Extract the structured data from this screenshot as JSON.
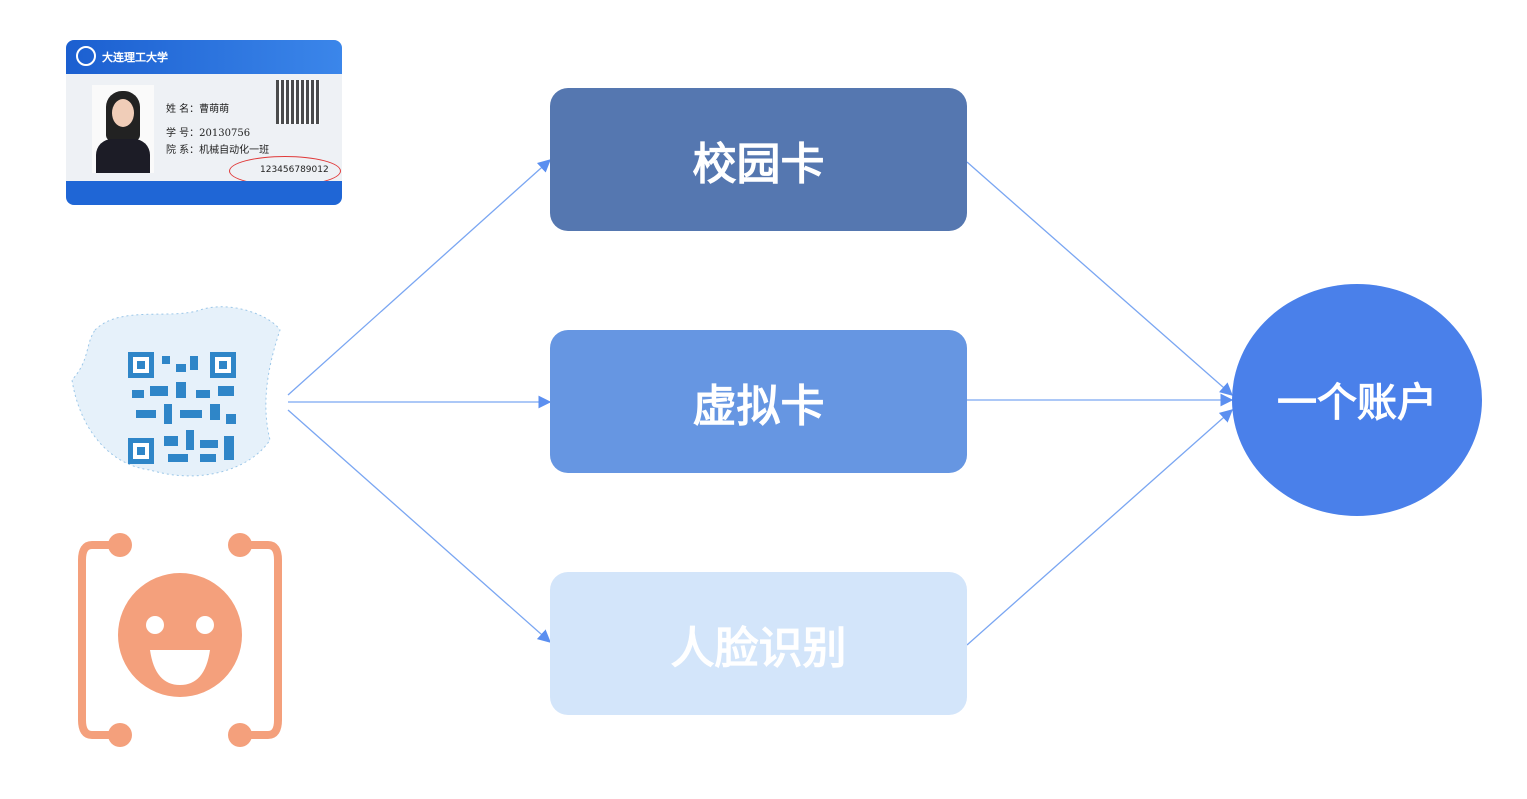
{
  "card": {
    "university": "大连理工大学",
    "name_line": "姓  名：曹萌萌",
    "id_line": "学  号：20130756",
    "dept_line": "院  系：机械自动化一班",
    "card_number": "123456789012"
  },
  "methods": [
    {
      "label": "校园卡",
      "color": "#5577b0"
    },
    {
      "label": "虚拟卡",
      "color": "#6696e2"
    },
    {
      "label": "人脸识别",
      "color": "#d3e5fa"
    }
  ],
  "target": {
    "label": "一个账户",
    "color": "#4a80ea"
  },
  "colors": {
    "arrow": "#6d9cf0",
    "face": "#f4a07c",
    "qr": "#2f86c8"
  }
}
